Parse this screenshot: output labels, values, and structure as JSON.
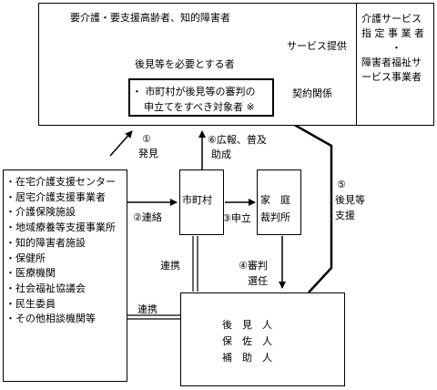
{
  "outer_box": {
    "title": "要介護・要支援高齢者、知的障害者",
    "inner_title": "後見等を必要とする者",
    "target": {
      "line1": "・ 市町村が後見等の審判の",
      "line2": "申立てをすべき対象者 ※"
    }
  },
  "provider": {
    "line1": "介護サービス",
    "line2": "指 定 事 業 者",
    "line3": "・",
    "line4": "障害者福祉サ",
    "line5": "ービス事業者"
  },
  "labels": {
    "service": "サービス提供",
    "contract": "契約関係",
    "discover_num": "①",
    "discover": "発見",
    "pr_line1": "⑥広報、普及",
    "pr_line2": "助成",
    "contact_num": "②連絡",
    "petition": "③申立",
    "trial_line1": "④審判",
    "trial_line2": "選任",
    "support_num": "⑤",
    "support_line1": "後見等",
    "support_line2": "支援",
    "renkei_mid": "連携",
    "renkei_left": "連携"
  },
  "orgs": [
    "・在宅介護支援センター",
    "・居宅介護支援事業者",
    "・介護保険施設",
    "・地域療養等支援事業所",
    "・知的障害者施設",
    "・保健所",
    "・医療機関",
    "・社会福祉協議会",
    "・民生委員",
    "・その他相談機関等"
  ],
  "municipality": "市町村",
  "court": {
    "line1": "家　庭",
    "line2": "裁判所"
  },
  "guardians": [
    "後　見　人",
    "保　佐　人",
    "補　助　人"
  ]
}
